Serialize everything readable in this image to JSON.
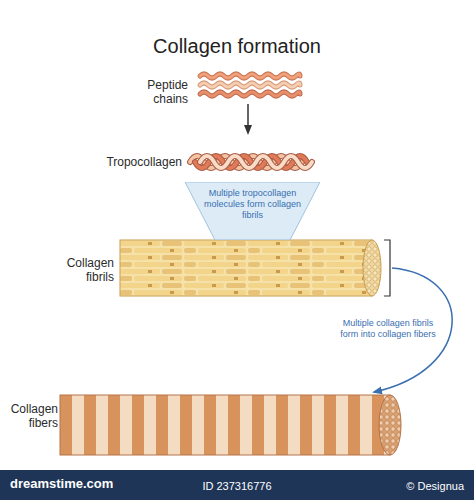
{
  "diagram": {
    "title": "Collagen formation",
    "nodes": [
      {
        "text": [
          "Multiple tropocollagen molecules form collagen fibrils"
        ]
      }
    ],
    "labels": [
      "Peptide chains",
      "Tropocollagen",
      "Collagen fibrils",
      "Multiple collagen fibrils form into collagen fibers",
      "Collagen fibers",
      "dreamstime.com",
      "ID 237316776",
      "© Designua"
    ]
  }
}
